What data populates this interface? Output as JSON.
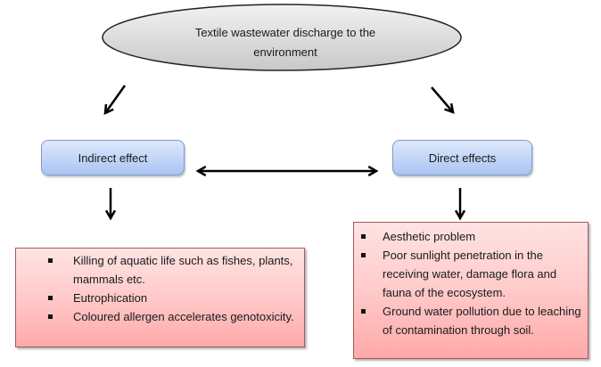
{
  "diagram": {
    "root": {
      "line1": "Textile wastewater discharge to the",
      "line2": "environment"
    },
    "indirect": {
      "title": "Indirect effect",
      "items": [
        "Killing of aquatic life such as fishes, plants, mammals etc.",
        "Eutrophication",
        "Coloured allergen accelerates genotoxicity."
      ]
    },
    "direct": {
      "title": "Direct effects",
      "items": [
        "Aesthetic problem",
        "Poor sunlight penetration in the receiving water, damage flora and fauna of the ecosystem.",
        "Ground water pollution due to leaching of contamination through soil."
      ]
    },
    "colors": {
      "root_fill": "#d9d9d9",
      "effect_fill": "#c4d7f8",
      "list_fill": "#ffcaca",
      "arrow": "#000000"
    }
  }
}
